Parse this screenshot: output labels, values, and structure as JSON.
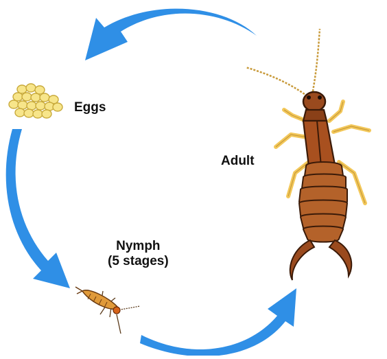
{
  "labels": {
    "eggs": "Eggs",
    "adult": "Adult",
    "nymph_line1": "Nymph",
    "nymph_line2": "(5 stages)"
  },
  "colors": {
    "arrow": "#2f8fe6",
    "egg_fill": "#f7e58a",
    "egg_stroke": "#c8a93a",
    "adult_body": "#9a4a1e",
    "adult_segments": "#b4622a",
    "adult_outline": "#3a1a08",
    "adult_legs": "#f3c85a",
    "nymph_body": "#e09a3a"
  }
}
